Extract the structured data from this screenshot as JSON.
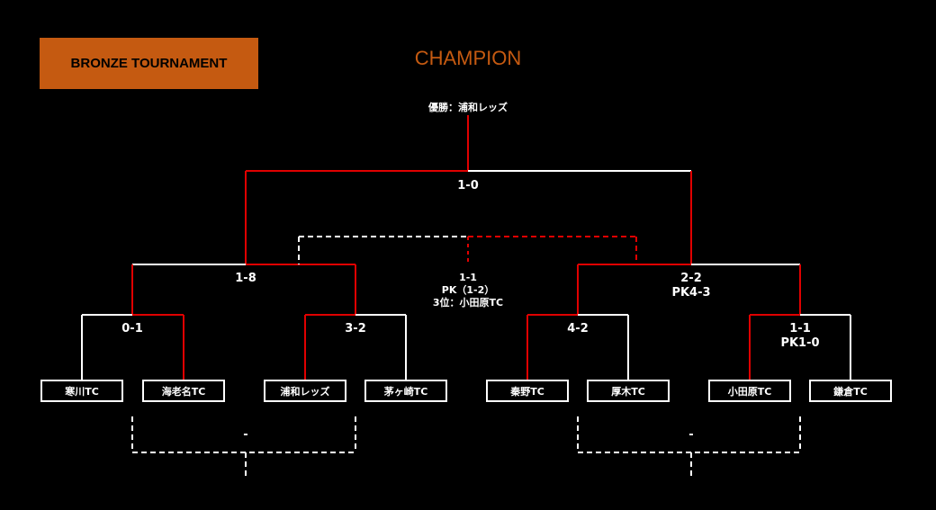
{
  "header": {
    "badge": "BRONZE TOURNAMENT",
    "title": "CHAMPION",
    "winner": "優勝：浦和レッズ"
  },
  "colors": {
    "accent": "#c55a11",
    "win_line": "#e00000",
    "line": "#ffffff",
    "background": "#000000"
  },
  "teams": [
    "寒川TC",
    "海老名TC",
    "浦和レッズ",
    "茅ヶ崎TC",
    "秦野TC",
    "厚木TC",
    "小田原TC",
    "鎌倉TC"
  ],
  "round1": [
    {
      "score": "0-1",
      "note": ""
    },
    {
      "score": "3-2",
      "note": ""
    },
    {
      "score": "4-2",
      "note": ""
    },
    {
      "score": "1-1",
      "note": "PK1-0"
    }
  ],
  "semifinals": [
    {
      "score": "1-8",
      "note": ""
    },
    {
      "score": "2-2",
      "note": "PK4-3"
    }
  ],
  "third_place": {
    "score": "1-1",
    "pk": "PK（1-2）",
    "result": "3位：小田原TC"
  },
  "final": {
    "score": "1-0"
  },
  "consolation": [
    {
      "score": "-"
    },
    {
      "score": "-"
    }
  ]
}
